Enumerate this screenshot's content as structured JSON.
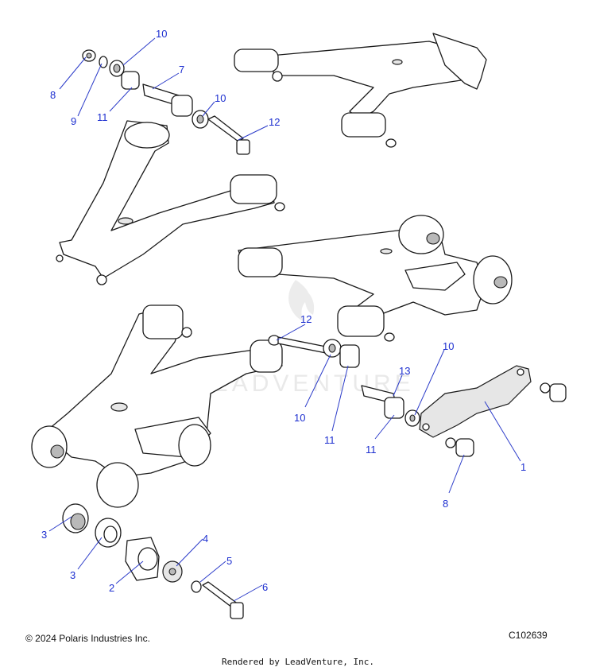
{
  "callouts": [
    {
      "id": "c-10a",
      "text": "10"
    },
    {
      "id": "c-8a",
      "text": "8"
    },
    {
      "id": "c-9",
      "text": "9"
    },
    {
      "id": "c-7",
      "text": "7"
    },
    {
      "id": "c-11a",
      "text": "11"
    },
    {
      "id": "c-10b",
      "text": "10"
    },
    {
      "id": "c-12a",
      "text": "12"
    },
    {
      "id": "c-12b",
      "text": "12"
    },
    {
      "id": "c-13",
      "text": "13"
    },
    {
      "id": "c-10c",
      "text": "10"
    },
    {
      "id": "c-10d",
      "text": "10"
    },
    {
      "id": "c-11b",
      "text": "11"
    },
    {
      "id": "c-11c",
      "text": "11"
    },
    {
      "id": "c-1",
      "text": "1"
    },
    {
      "id": "c-8b",
      "text": "8"
    },
    {
      "id": "c-3a",
      "text": "3"
    },
    {
      "id": "c-3b",
      "text": "3"
    },
    {
      "id": "c-2",
      "text": "2"
    },
    {
      "id": "c-4",
      "text": "4"
    },
    {
      "id": "c-5",
      "text": "5"
    },
    {
      "id": "c-6",
      "text": "6"
    }
  ],
  "watermark": "LEADVENTURE",
  "footer": {
    "copyright": "© 2024 Polaris Industries Inc.",
    "diagram_id": "C102639",
    "rendered_by": "Rendered by LeadVenture, Inc."
  },
  "colors": {
    "callout": "#1d2fd0",
    "leader": "#2b3bc9",
    "line": "#1a1a1a"
  }
}
